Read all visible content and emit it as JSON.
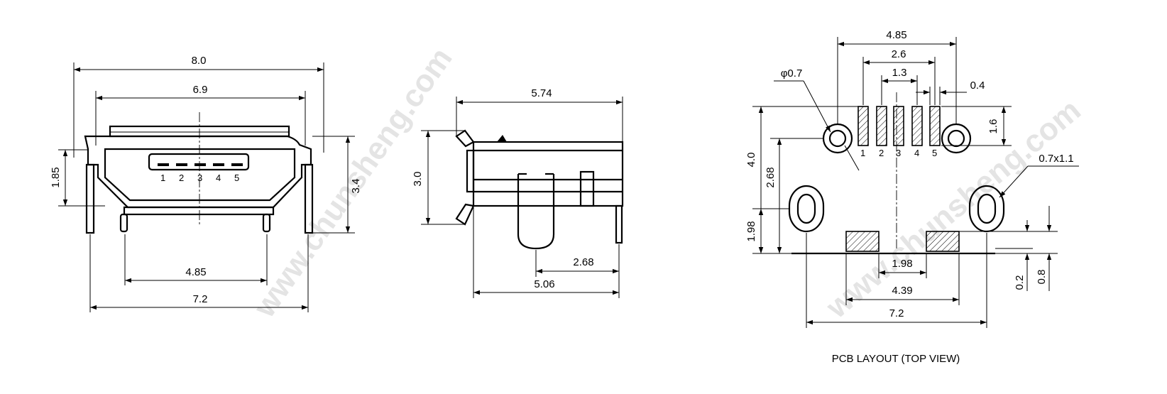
{
  "watermark": {
    "text": "www.chunsheng.com"
  },
  "front_view": {
    "dims": {
      "overall_width": "8.0",
      "inner_width": "6.9",
      "height_left": "1.85",
      "height_right": "3.4",
      "inner_pin_span": "4.85",
      "outer_pin_span": "7.2"
    },
    "pins": [
      "1",
      "2",
      "3",
      "4",
      "5"
    ]
  },
  "side_view": {
    "dims": {
      "length_top": "5.74",
      "height": "3.0",
      "pin_offset": "2.68",
      "length_bottom": "5.06"
    }
  },
  "pcb_layout": {
    "title": "PCB LAYOUT (TOP VIEW)",
    "dims": {
      "pad_span": "4.85",
      "pad_group": "2.6",
      "pad_pitch": "1.3",
      "pad_width": "0.4",
      "hole_diameter": "φ0.7",
      "pad_length": "1.6",
      "oval_slot": "0.7x1.1",
      "height_total": "4.0",
      "height_holes": "2.68",
      "height_slots": "1.98",
      "tab_gap": "1.98",
      "tab_span": "4.39",
      "outer_span": "7.2",
      "edge_offset_a": "0.2",
      "edge_offset_b": "0.8"
    },
    "pins": [
      "1",
      "2",
      "3",
      "4",
      "5"
    ]
  }
}
